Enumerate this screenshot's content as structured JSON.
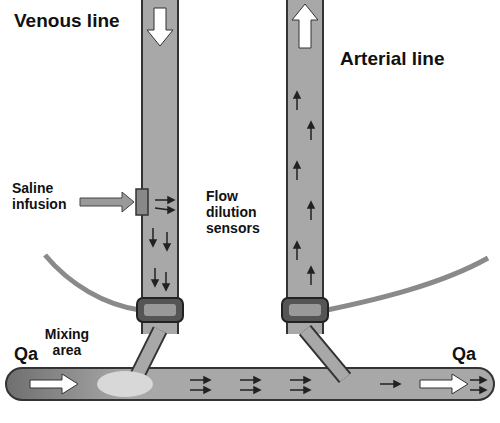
{
  "diagram": {
    "labels": [
      "Venous line",
      "Arterial line",
      "Saline infusion",
      "Flow dilution sensors",
      "Mixing area",
      "Qa",
      "Qa"
    ]
  }
}
